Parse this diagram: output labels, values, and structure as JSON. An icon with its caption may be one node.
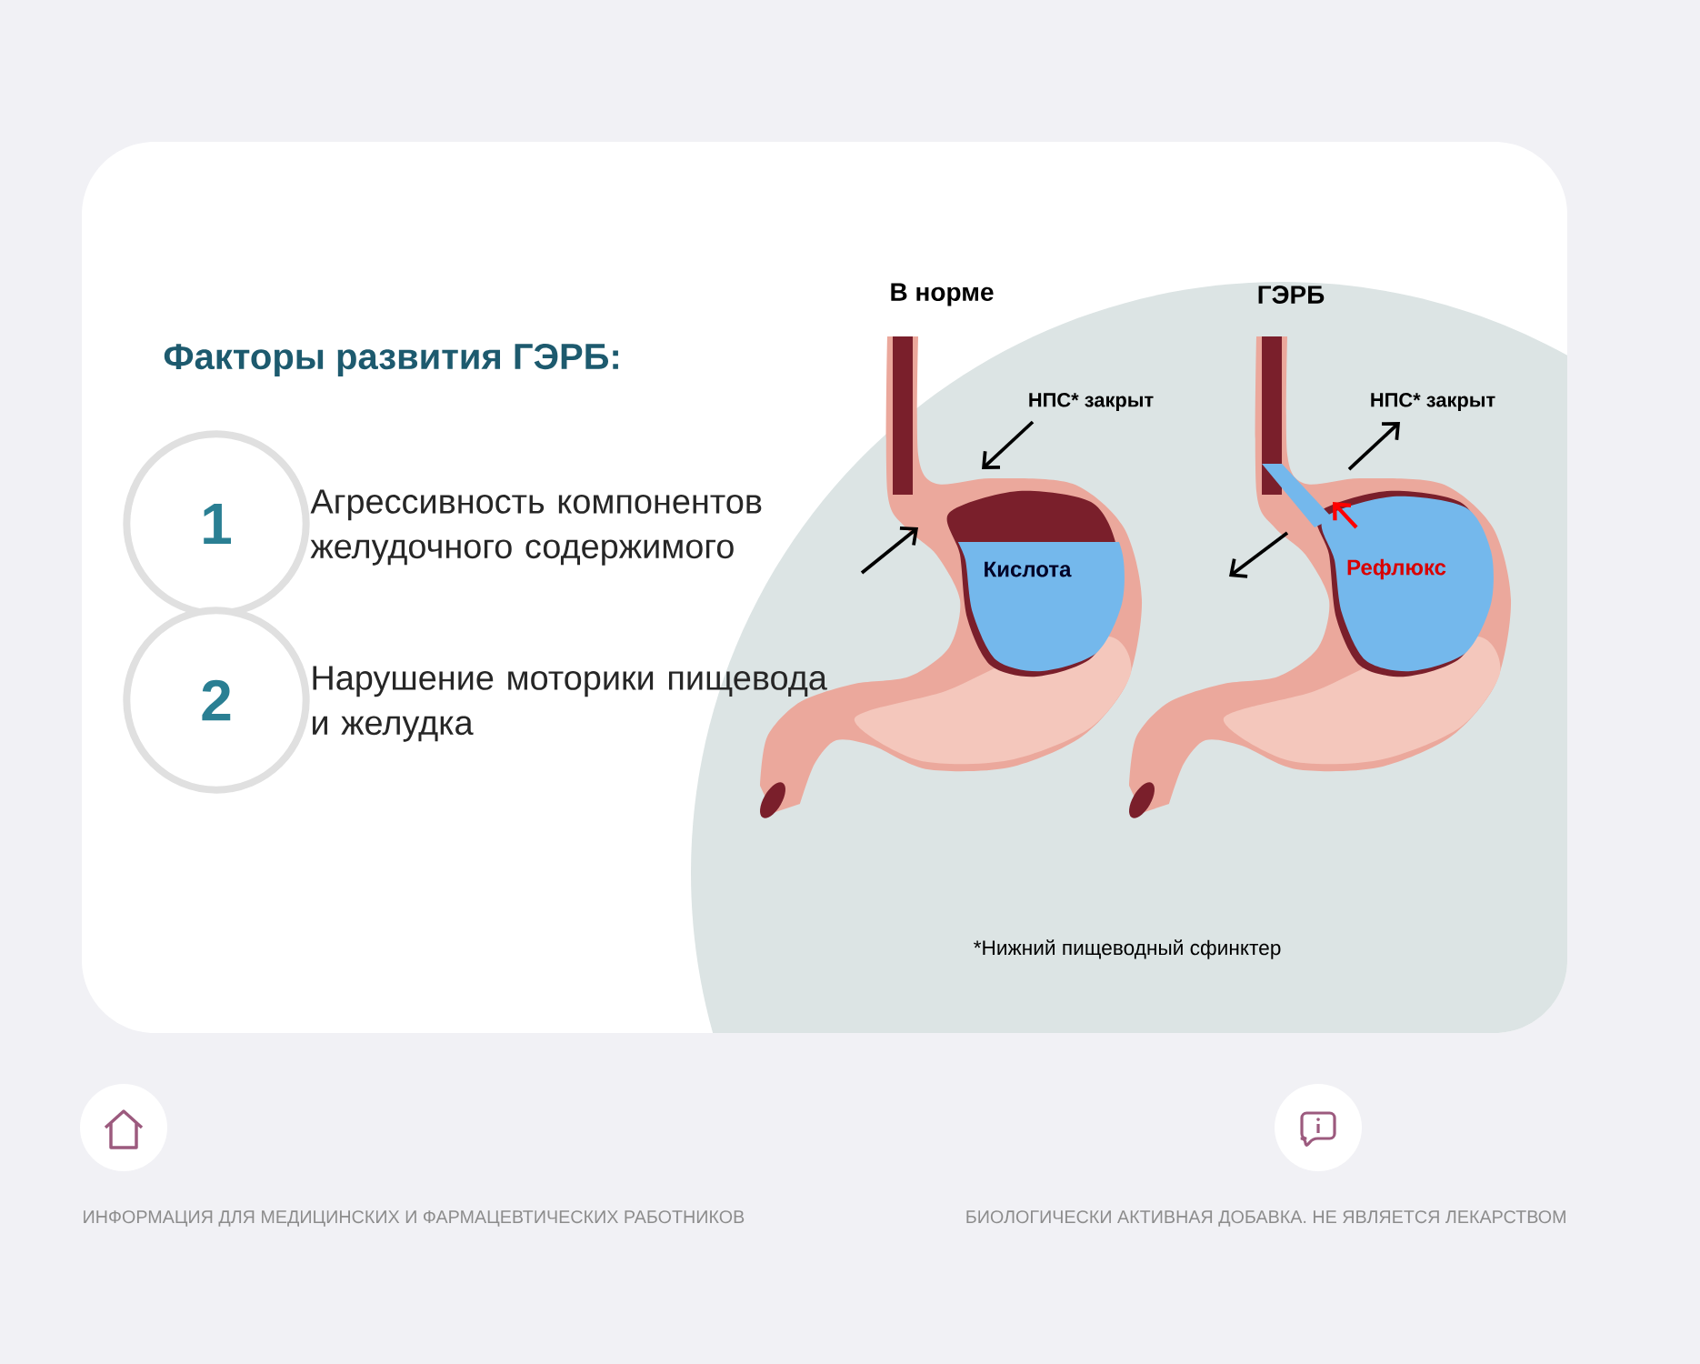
{
  "diagram": {
    "title": "Факторы развития ГЭРБ:",
    "nodes": [
      {
        "text": [
          "1"
        ],
        "beside": [
          "Агрессивность компонентов желудочного содержимого"
        ]
      },
      {
        "text": [
          "2"
        ],
        "beside": [
          "Нарушение моторики пищевода и желудка"
        ]
      }
    ],
    "labels": [
      "В норме",
      "ГЭРБ",
      "НПС* закрыт",
      "НПС* закрыт",
      "Кислота",
      "Рефлюкс",
      "*Нижний пищеводный сфинктер",
      "ИНФОРМАЦИЯ ДЛЯ МЕДИЦИНСКИХ И ФАРМАЦЕВТИЧЕСКИХ РАБОТНИКОВ",
      "БИОЛОГИЧЕСКИ АКТИВНАЯ ДОБАВКА. НЕ ЯВЛЯЕТСЯ ЛЕКАРСТВОМ"
    ]
  }
}
